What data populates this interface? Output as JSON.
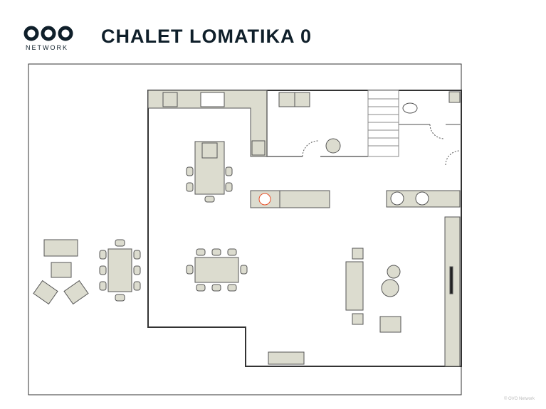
{
  "header": {
    "logo_text": "NETWORK",
    "title": "CHALET LOMATIKA 0"
  },
  "footer": {
    "credit": "© OVO Network"
  },
  "colors": {
    "furniture": "#dcdccf",
    "wall": "#333333",
    "ink": "#0f1f2a",
    "accent": "#e8502a"
  }
}
